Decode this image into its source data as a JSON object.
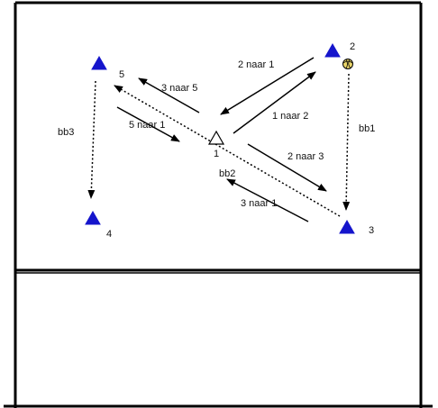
{
  "colors": {
    "court_line": "#000000",
    "player_fill": "#1515cc",
    "open_marker_fill": "#ffffff",
    "ball_fill": "#e9d56a",
    "arrow": "#000000",
    "background": "#ffffff"
  },
  "players": [
    {
      "id": "player-1",
      "label": "1",
      "style": "open-triangle"
    },
    {
      "id": "player-2",
      "label": "2",
      "style": "blue-triangle"
    },
    {
      "id": "player-3",
      "label": "3",
      "style": "blue-triangle"
    },
    {
      "id": "player-4",
      "label": "4",
      "style": "blue-triangle"
    },
    {
      "id": "player-5",
      "label": "5",
      "style": "blue-triangle"
    }
  ],
  "ball": {
    "icon": "volleyball-icon"
  },
  "passes": [
    {
      "id": "pass-2-naar-1",
      "label": "2 naar 1",
      "style": "solid"
    },
    {
      "id": "pass-1-naar-2",
      "label": "1 naar 2",
      "style": "solid"
    },
    {
      "id": "pass-2-naar-3",
      "label": "2 naar 3",
      "style": "solid"
    },
    {
      "id": "pass-3-naar-1",
      "label": "3 naar 1",
      "style": "solid"
    },
    {
      "id": "pass-5-naar-1",
      "label": "5 naar 1",
      "style": "solid"
    },
    {
      "id": "pass-3-naar-5",
      "label": "3 naar 5",
      "style": "solid"
    }
  ],
  "runs": [
    {
      "id": "run-bb1",
      "label": "bb1",
      "style": "dotted"
    },
    {
      "id": "run-bb2",
      "label": "bb2",
      "style": "dotted"
    },
    {
      "id": "run-bb3",
      "label": "bb3",
      "style": "dotted"
    }
  ]
}
